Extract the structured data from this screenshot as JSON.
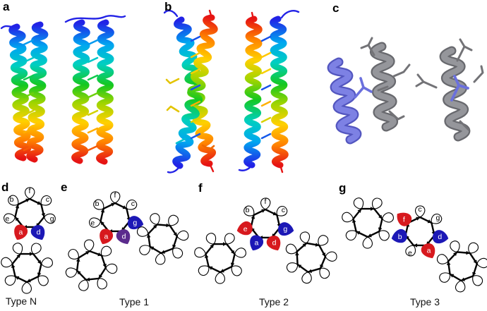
{
  "panel_letters": {
    "a": "a",
    "b": "b",
    "c": "c",
    "d": "d",
    "e": "e",
    "f": "f",
    "g": "g"
  },
  "types": {
    "d": {
      "label": "Type N",
      "positions": [
        {
          "letter": "f",
          "fill": "white"
        },
        {
          "letter": "c",
          "fill": "white"
        },
        {
          "letter": "g",
          "fill": "white"
        },
        {
          "letter": "d",
          "fill": "blue"
        },
        {
          "letter": "a",
          "fill": "red"
        },
        {
          "letter": "e",
          "fill": "white"
        },
        {
          "letter": "b",
          "fill": "white"
        }
      ]
    },
    "e": {
      "label": "Type 1",
      "positions": [
        {
          "letter": "f",
          "fill": "white"
        },
        {
          "letter": "c",
          "fill": "white"
        },
        {
          "letter": "g",
          "fill": "blue"
        },
        {
          "letter": "d",
          "fill": "purple"
        },
        {
          "letter": "a",
          "fill": "red"
        },
        {
          "letter": "e",
          "fill": "white"
        },
        {
          "letter": "b",
          "fill": "white"
        }
      ]
    },
    "f": {
      "label": "Type 2",
      "positions": [
        {
          "letter": "f",
          "fill": "white"
        },
        {
          "letter": "c",
          "fill": "white"
        },
        {
          "letter": "g",
          "fill": "blue"
        },
        {
          "letter": "d",
          "fill": "red"
        },
        {
          "letter": "a",
          "fill": "blue"
        },
        {
          "letter": "e",
          "fill": "red"
        },
        {
          "letter": "b",
          "fill": "white"
        }
      ]
    },
    "g": {
      "label": "Type 3",
      "positions": [
        {
          "letter": "c",
          "fill": "white"
        },
        {
          "letter": "g",
          "fill": "white"
        },
        {
          "letter": "d",
          "fill": "blue"
        },
        {
          "letter": "a",
          "fill": "red"
        },
        {
          "letter": "e",
          "fill": "white"
        },
        {
          "letter": "b",
          "fill": "blue"
        },
        {
          "letter": "f",
          "fill": "red"
        }
      ]
    }
  },
  "colors": {
    "background": "#ffffff",
    "red": "#d7191e",
    "blue": "#1c18b6",
    "purple": "#5b2b8d",
    "wheel_outline": "#000000",
    "helix_blue_light": "#7d81e4",
    "helix_blue_dark": "#5356bf",
    "helix_gray_light": "#95969b",
    "helix_gray_dark": "#68696e",
    "stick_gray": "#737377",
    "stick_blue": "#6b70dd",
    "stick_yellow": "#e3c400",
    "rainbow": [
      "#2222e6",
      "#00a6f0",
      "#00cfc0",
      "#16c81f",
      "#9fd400",
      "#ffd000",
      "#ff8300",
      "#e61414"
    ]
  }
}
